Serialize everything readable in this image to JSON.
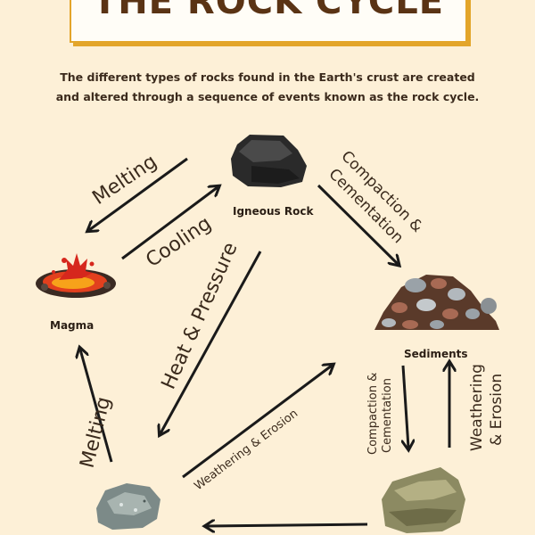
{
  "header": {
    "title": "THE ROCK CYCLE",
    "intro_line1": "The different types of rocks found in the Earth's crust are created",
    "intro_line2": "and altered through a sequence of events known as the rock cycle."
  },
  "nodes": {
    "igneous": "Igneous Rock",
    "magma": "Magma",
    "sediments": "Sediments"
  },
  "processes": {
    "melting_top": "Melting",
    "cooling": "Cooling",
    "compaction_top_1": "Compaction &",
    "compaction_top_2": "Cementation",
    "heat_pressure": "Heat & Pressure",
    "weathering_center": "Weathering & Erosion",
    "melting_left": "Melting",
    "compaction_right_1": "Compaction &",
    "compaction_right_2": "Cementation",
    "weathering_right_1": "Weathering",
    "weathering_right_2": "& Erosion"
  },
  "colors": {
    "background": "#fdf0d7",
    "title_border": "#e3a52a",
    "title_text": "#5a3314",
    "arrow": "#1a1a1a"
  },
  "icons": [
    "igneous-rock-icon",
    "magma-icon",
    "sediments-icon",
    "metamorphic-rock-icon",
    "sedimentary-rock-icon"
  ]
}
